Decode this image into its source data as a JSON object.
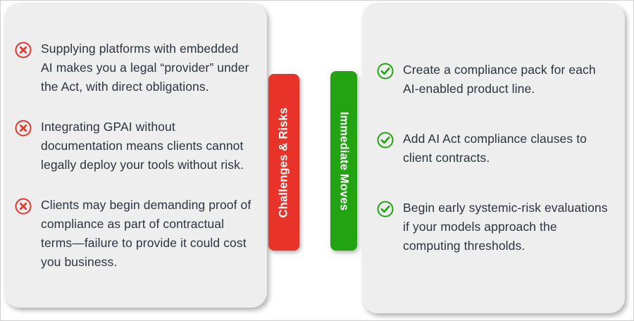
{
  "left_panel": {
    "tab_label": "Challenges & Risks",
    "tab_color": "#e8332a",
    "icon": "circle-cross-icon",
    "items": [
      {
        "text": "Supplying platforms with embedded AI makes you a legal “provider” under the Act, with direct obligations."
      },
      {
        "text": "Integrating GPAI without documentation means clients cannot legally deploy your tools without risk."
      },
      {
        "text": "Clients may begin demanding proof of compliance as part of contractual terms—failure to provide it could cost you business."
      }
    ]
  },
  "right_panel": {
    "tab_label": "Immediate Moves",
    "tab_color": "#22a312",
    "icon": "circle-check-icon",
    "items": [
      {
        "text": "Create a compliance pack for each AI-enabled product line."
      },
      {
        "text": "Add AI Act compliance clauses to client contracts."
      },
      {
        "text": "Begin early systemic-risk evaluations if your models approach the computing thresholds."
      }
    ]
  },
  "theme": {
    "card_background": "#eeeeee",
    "text_color": "#2b3340",
    "page_background": "#ffffff"
  }
}
